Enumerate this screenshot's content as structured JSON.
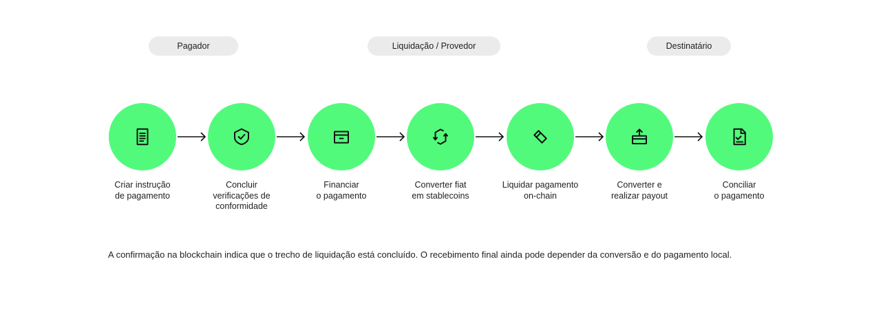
{
  "groups": {
    "payer": "Pagador",
    "settlement": "Liquidação / Provedor",
    "recipient": "Destinatário"
  },
  "steps": [
    {
      "lines": [
        "Criar instrução",
        "de pagamento"
      ],
      "icon": "document-icon"
    },
    {
      "lines": [
        "Concluir",
        "verificações de",
        "conformidade"
      ],
      "icon": "shield-check-icon"
    },
    {
      "lines": [
        "Financiar",
        "o pagamento"
      ],
      "icon": "wallet-icon"
    },
    {
      "lines": [
        "Converter fiat",
        "em stablecoins"
      ],
      "icon": "cycle-arrows-icon"
    },
    {
      "lines": [
        "Liquidar pagamento",
        "on-chain"
      ],
      "icon": "tag-link-icon"
    },
    {
      "lines": [
        "Converter e",
        "realizar payout"
      ],
      "icon": "box-upload-icon"
    },
    {
      "lines": [
        "Conciliar",
        "o pagamento"
      ],
      "icon": "document-check-icon"
    }
  ],
  "note": "A confirmação na blockchain indica que o trecho de liquidação está concluído. O recebimento final ainda pode depender da conversão e do pagamento local.",
  "colors": {
    "accent": "#52fa7c",
    "pill_bg": "#ebebeb",
    "text": "#1f1f1f"
  }
}
